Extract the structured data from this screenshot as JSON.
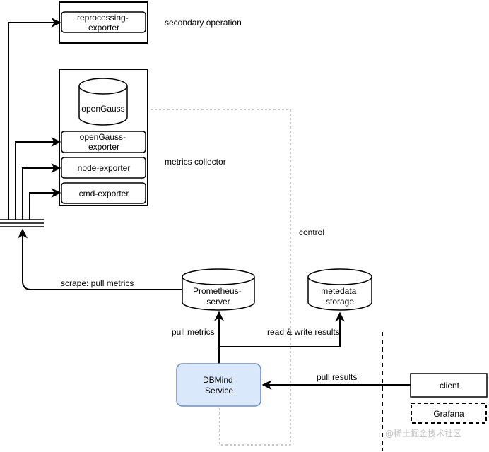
{
  "labels": {
    "reprocessing_exporter": [
      "reprocessing-",
      "exporter"
    ],
    "secondary_operation": "secondary operation",
    "opengauss": "openGauss",
    "opengauss_exporter": [
      "openGauss-",
      "exporter"
    ],
    "node_exporter": "node-exporter",
    "cmd_exporter": "cmd-exporter",
    "metrics_collector": "metrics collector",
    "control": "control",
    "prometheus_server": [
      "Prometheus-",
      "server"
    ],
    "metadata_storage": [
      "metedata",
      "storage"
    ],
    "scrape_pull_metrics": "scrape: pull metrics",
    "pull_metrics": "pull metrics",
    "read_write_results": "read & write results",
    "dbmind_service": [
      "DBMind",
      "Service"
    ],
    "pull_results": "pull results",
    "client": "client",
    "grafana": "Grafana",
    "watermark": "@稀土掘金技术社区"
  },
  "colors": {
    "dbmind_fill": "#dae8fc",
    "dbmind_stroke": "#6c8ebf",
    "control_dash": "#8c8c8c",
    "watermark": "#c2c2c2"
  }
}
